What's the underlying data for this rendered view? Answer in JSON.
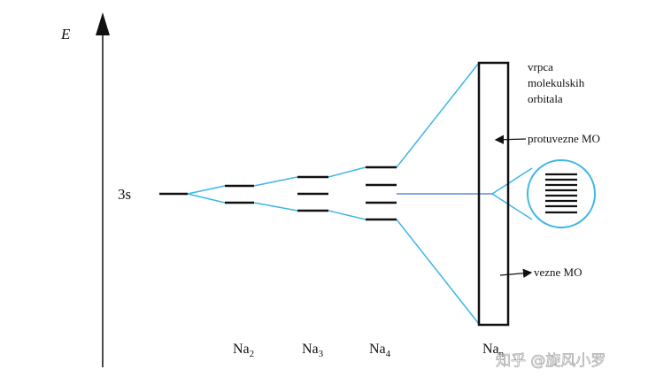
{
  "axis": {
    "label": "E"
  },
  "levels": {
    "atomic": "3s",
    "molecules": [
      {
        "base": "Na",
        "sub": "2"
      },
      {
        "base": "Na",
        "sub": "3"
      },
      {
        "base": "Na",
        "sub": "4"
      },
      {
        "base": "Na",
        "sub": "n"
      }
    ]
  },
  "labels": {
    "band_line1": "vrpca",
    "band_line2": "molekulskih",
    "band_line3": "orbitala",
    "antibonding": "protuvezne MO",
    "bonding": "vezne MO"
  },
  "watermark": "知乎 @旋风小罗",
  "colors": {
    "connector": "#3fb6e6",
    "levels": "#111111",
    "background": "#ffffff"
  }
}
